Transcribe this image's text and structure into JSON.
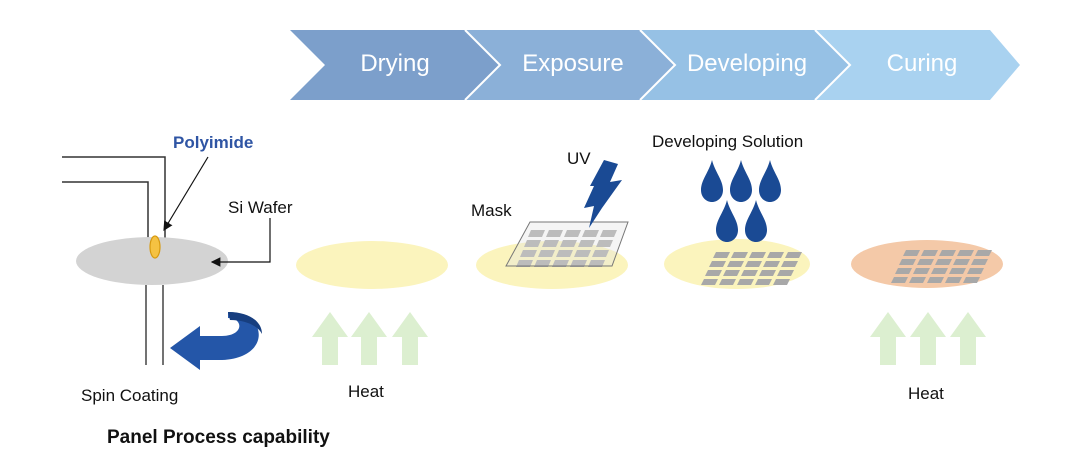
{
  "steps": [
    {
      "label": "Drying",
      "color": "#7c9fcb"
    },
    {
      "label": "Exposure",
      "color": "#8bb0d8"
    },
    {
      "label": "Developing",
      "color": "#96c1e5"
    },
    {
      "label": "Curing",
      "color": "#a9d2f0"
    }
  ],
  "labels": {
    "polyimide": "Polyimide",
    "si_wafer": "Si Wafer",
    "spin_coating": "Spin Coating",
    "heat_drying": "Heat",
    "mask": "Mask",
    "uv": "UV",
    "developing_solution": "Developing Solution",
    "heat_curing": "Heat",
    "caption": "Panel Process capability"
  },
  "colors": {
    "polyimide_text": "#2f55a4",
    "wafer_gray": "#d3d3d3",
    "film_yellow": "#fbf4bd",
    "cured_orange": "#f4c9a8",
    "heat_arrow": "#dcefd0",
    "drop_blue": "#1a4a94",
    "pattern_gray": "#a8a8a8"
  },
  "icons": [
    "spin-arrow-icon",
    "uv-lightning-icon",
    "droplet-icon",
    "heat-arrow-icon"
  ]
}
